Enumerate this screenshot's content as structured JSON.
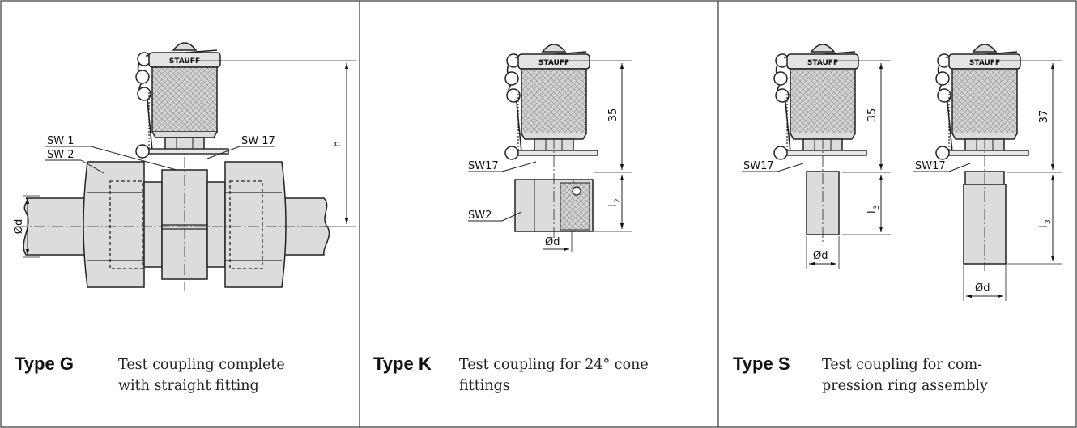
{
  "panels": [
    {
      "type": "Type G",
      "desc_line1": "Test coupling complete",
      "desc_line2": "with straight fitting",
      "labels": {
        "brand": "STAUFF",
        "sw1": "SW 1",
        "sw2": "SW 2",
        "sw17": "SW 17",
        "h": "h",
        "od": "Ød"
      }
    },
    {
      "type": "Type K",
      "desc_line1": "Test coupling for 24° cone",
      "desc_line2": "fittings",
      "labels": {
        "brand": "STAUFF",
        "sw17": "SW17",
        "sw2": "SW2",
        "dim": "35",
        "l": "l",
        "sub": "2",
        "od": "Ød"
      }
    },
    {
      "type": "Type S",
      "desc_line1": "Test coupling for com-",
      "desc_line2": "pression ring assembly",
      "labels": {
        "brand_a": "STAUFF",
        "sw17_a": "SW17",
        "dim_a": "35",
        "l_a": "l",
        "sub_a": "3",
        "od_a": "Ød",
        "brand_b": "STAUFF",
        "sw17_b": "SW17",
        "dim_b": "37",
        "l_b": "l",
        "sub_b": "3",
        "od_b": "Ød"
      }
    }
  ],
  "colors": {
    "line": "#222222",
    "fill": "#dcdcdc",
    "knurl": "#c8c8c8",
    "border": "#444444"
  }
}
